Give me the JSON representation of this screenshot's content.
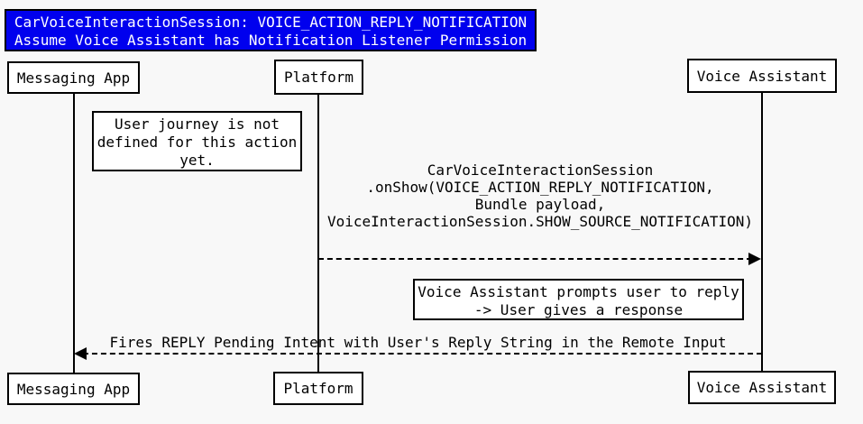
{
  "title": {
    "line1": "CarVoiceInteractionSession: VOICE_ACTION_REPLY_NOTIFICATION",
    "line2": "Assume Voice Assistant has Notification Listener Permission"
  },
  "actors": [
    {
      "label": "Messaging App"
    },
    {
      "label": "Platform"
    },
    {
      "label": "Voice Assistant"
    }
  ],
  "notes": [
    {
      "line1": "User journey is not",
      "line2": "defined for this action",
      "line3": "yet."
    },
    {
      "line1": "Voice Assistant prompts user to reply",
      "line2": "-> User gives a response"
    }
  ],
  "messages": [
    {
      "from": "Platform",
      "to": "Voice Assistant",
      "direction": "right",
      "arrow_style": "dashed",
      "line1": "CarVoiceInteractionSession",
      "line2": ".onShow(VOICE_ACTION_REPLY_NOTIFICATION,",
      "line3": "Bundle payload,",
      "line4": "VoiceInteractionSession.SHOW_SOURCE_NOTIFICATION)"
    },
    {
      "from": "Voice Assistant",
      "to": "Messaging App",
      "direction": "left",
      "arrow_style": "dashed",
      "line1": "Fires REPLY Pending Intent with User's Reply String in the Remote Input"
    }
  ],
  "colors": {
    "background": "#f8f8f8",
    "title_fill": "#0000ee",
    "title_text": "#ffffff",
    "box_fill": "#ffffff",
    "line": "#000000"
  }
}
